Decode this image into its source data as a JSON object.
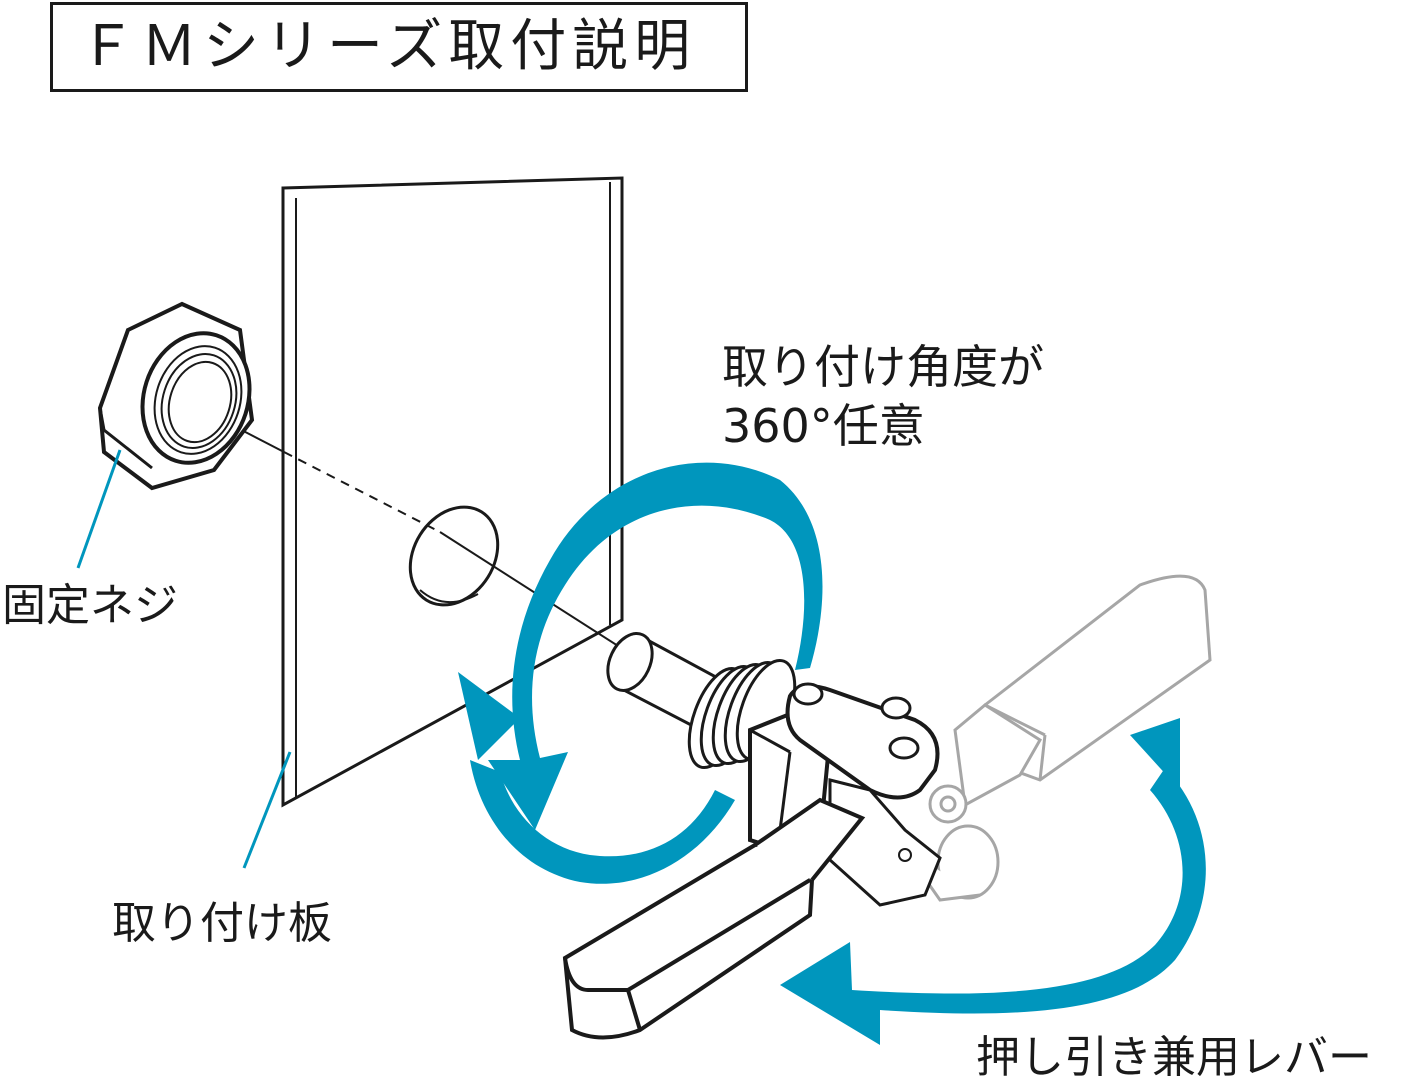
{
  "title": "ＦＭシリーズ取付説明",
  "labels": {
    "rotation_line1": "取り付け角度が",
    "rotation_line2": "360°任意",
    "fixing_nut": "固定ネジ",
    "mounting_plate": "取り付け板",
    "lever": "押し引き兼用レバー"
  },
  "colors": {
    "accent": "#0096bd",
    "line": "#1a1a1a",
    "ghost": "#a6a6a6"
  }
}
